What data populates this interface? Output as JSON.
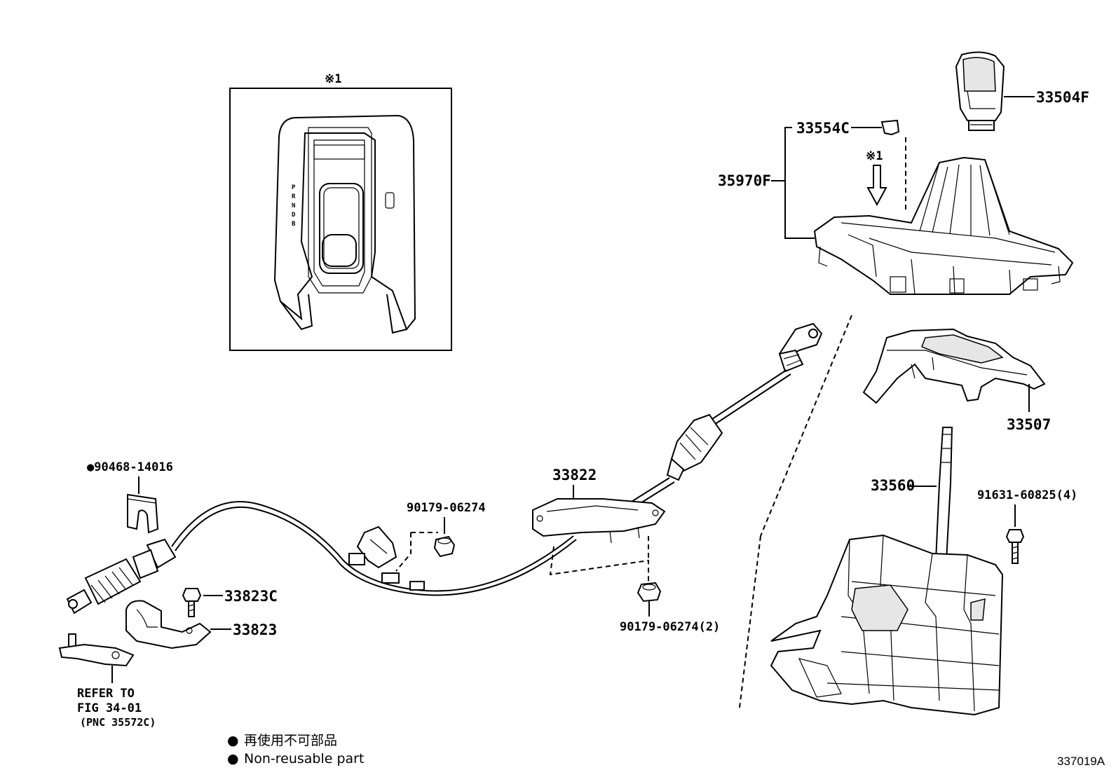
{
  "inset": {
    "title": "※1",
    "gear_letters": "P R N D B"
  },
  "parts": {
    "p33504F": "33504F",
    "p33554C": "33554C",
    "p35970F": "35970F",
    "ref1": "※1",
    "p33507": "33507",
    "p33560": "33560",
    "p91631": "91631-60825(4)",
    "p33822": "33822",
    "p90179a": "90179-06274",
    "p90179b": "90179-06274(2)",
    "p90468": "●90468-14016",
    "p33823C": "33823C",
    "p33823": "33823"
  },
  "refer": {
    "line1": "REFER TO",
    "line2": "FIG 34-01",
    "line3": "(PNC 35572C)"
  },
  "legend": {
    "bullet": "●",
    "jp": "再使用不可部品",
    "en": "Non-reusable part"
  },
  "diagram_code": "337019A"
}
